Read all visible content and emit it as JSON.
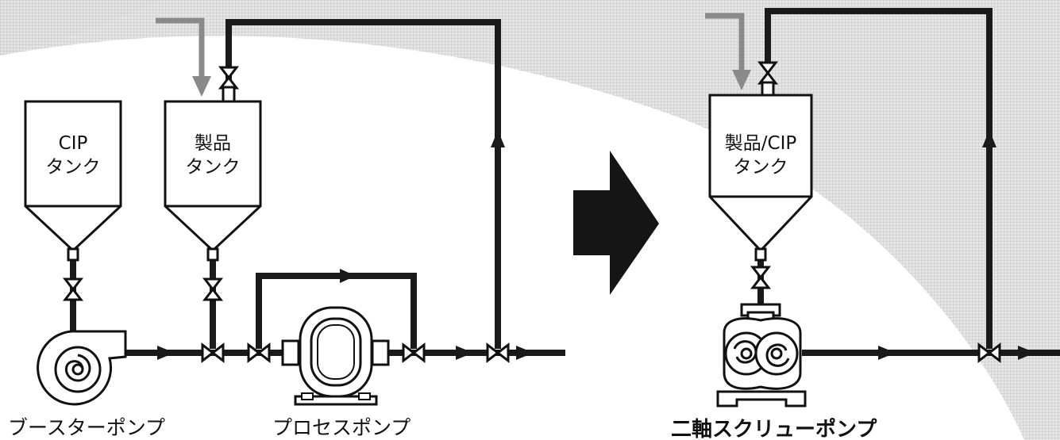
{
  "before": {
    "tanks": [
      {
        "id": "cip",
        "line1": "CIP",
        "line2": "タンク"
      },
      {
        "id": "product",
        "line1": "製品",
        "line2": "タンク"
      }
    ],
    "captions": {
      "booster_pump": "ブースターポンプ",
      "process_pump": "プロセスポンプ"
    }
  },
  "after": {
    "tank": {
      "line1": "製品/CIP",
      "line2": "タンク"
    },
    "captions": {
      "twin_screw_pump": "二軸スクリューポンプ"
    }
  },
  "colors": {
    "pipe": "#1a1a1a",
    "tank_fill": "#ffffff",
    "tank_stroke": "#111111",
    "inlet_arrow": "#8a8a8a",
    "transition_arrow": "#151515",
    "background_grid": "#c8c8c8"
  },
  "icons": {
    "valve": "butterfly-valve-icon",
    "booster_pump": "centrifugal-pump-icon",
    "process_pump": "lobe-pump-icon",
    "twin_screw_pump": "twin-screw-pump-icon",
    "transition": "right-arrow-icon"
  }
}
